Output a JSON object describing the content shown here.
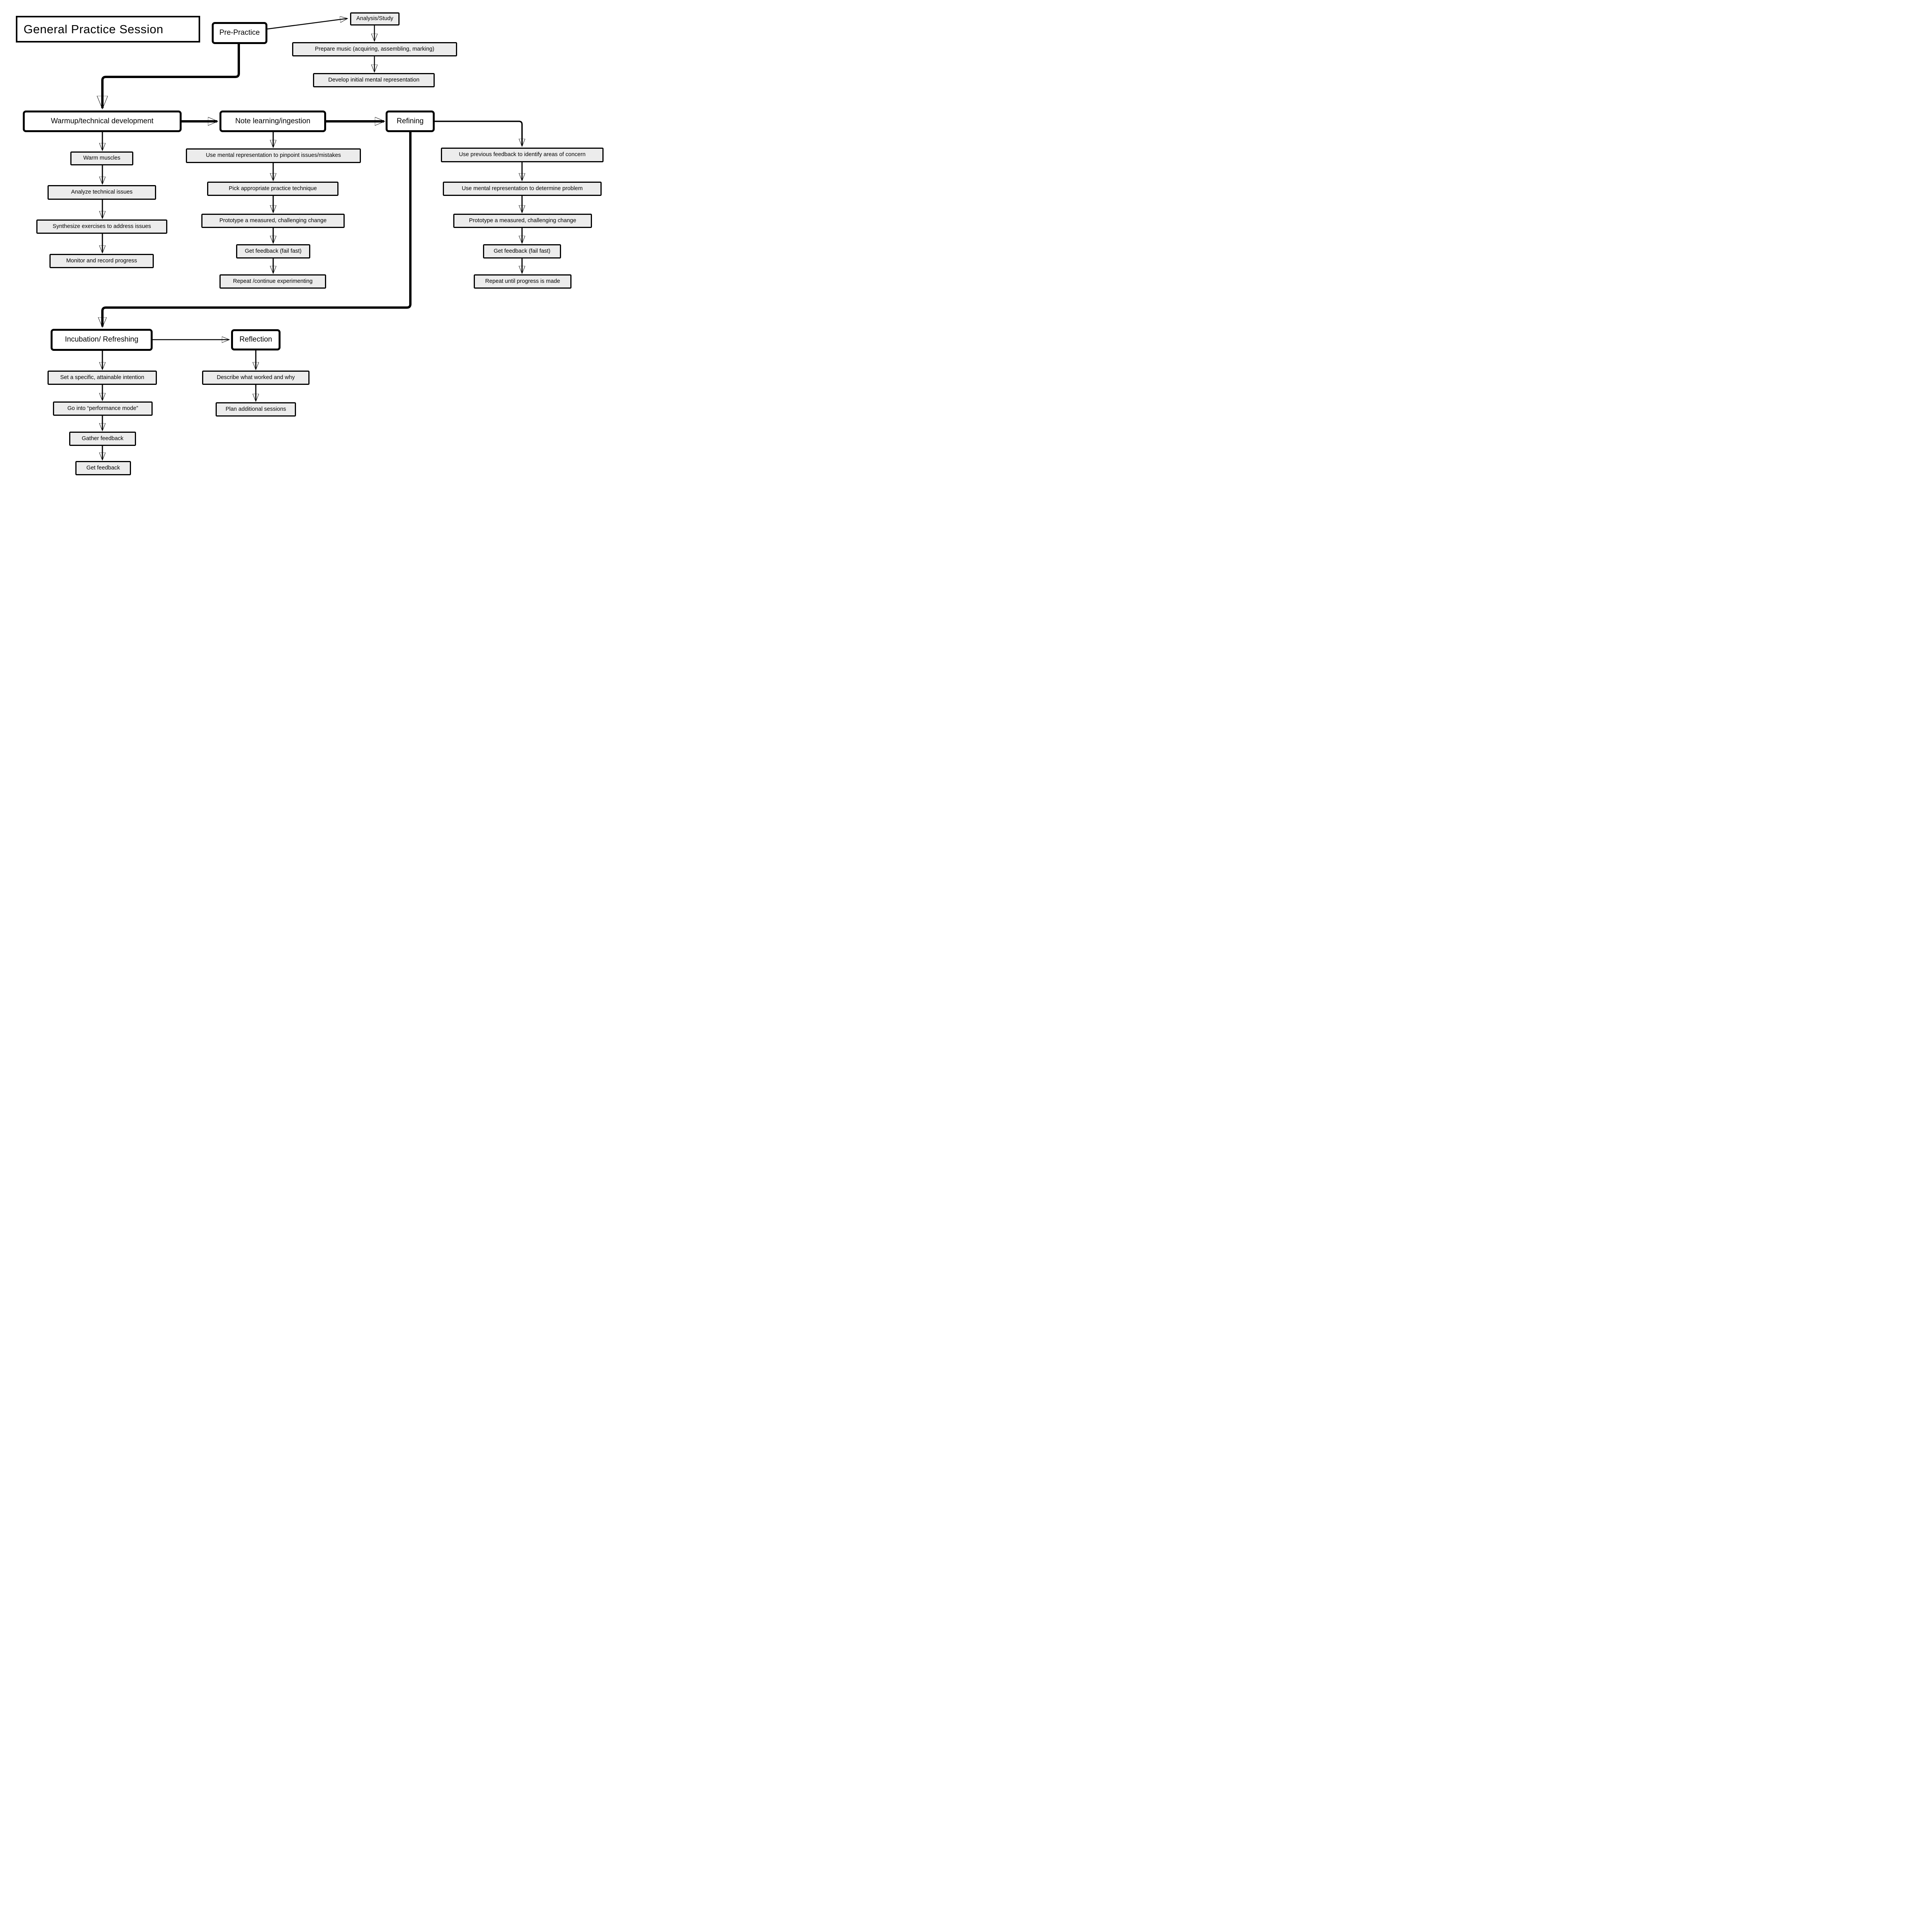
{
  "title": "General Practice Session",
  "colors": {
    "background": "#ffffff",
    "task_fill": "#ececec",
    "header_fill": "#ffffff",
    "line": "#000000",
    "text": "#000000"
  },
  "flow": {
    "pre_practice": {
      "label": "Pre-Practice"
    },
    "analysis_branch": {
      "analysis": "Analysis/Study",
      "prepare_music": "Prepare music (acquiring, assembling, marking)",
      "develop_mental_representation": "Develop initial mental representation"
    },
    "warmup": {
      "label": "Warmup/technical development",
      "steps": [
        "Warm muscles",
        "Analyze technical issues",
        "Synthesize exercises to address issues",
        "Monitor and record progress"
      ]
    },
    "note_learning": {
      "label": "Note learning/ingestion",
      "steps": [
        "Use mental representation to pinpoint issues/mistakes",
        "Pick appropriate practice technique",
        "Prototype a measured, challenging change",
        "Get feedback (fail fast)",
        "Repeat /continue experimenting"
      ]
    },
    "refining": {
      "label": "Refining",
      "steps": [
        "Use previous feedback to identify areas of concern",
        "Use mental representation to determine problem",
        "Prototype a measured, challenging change",
        "Get feedback (fail fast)",
        "Repeat until progress is made"
      ]
    },
    "incubation": {
      "label": "Incubation/ Refreshing",
      "steps": [
        "Set a specific, attainable intention",
        "Go into “performance mode”",
        "Gather feedback",
        "Get feedback"
      ]
    },
    "reflection": {
      "label": "Reflection",
      "steps": [
        "Describe what worked and why",
        "Plan additional sessions"
      ]
    }
  }
}
